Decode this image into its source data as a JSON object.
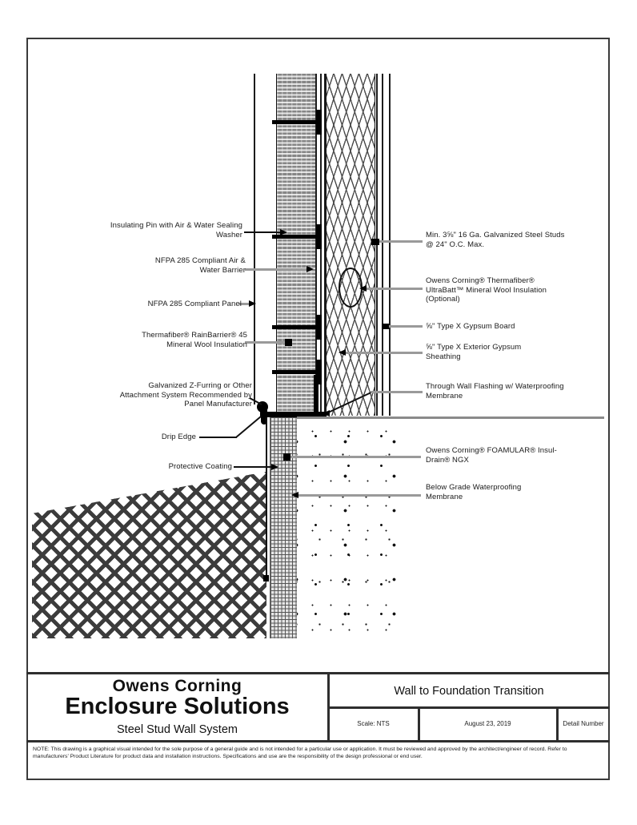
{
  "title_block": {
    "company": "Owens Corning",
    "brand": "Enclosure Solutions",
    "system": "Steel Stud Wall System",
    "drawing_title": "Wall to Foundation Transition",
    "scale": "Scale: NTS",
    "date": "August 23, 2019",
    "detail": "Detail Number"
  },
  "labels_left": [
    {
      "text": "Insulating Pin with Air & Water Sealing Washer"
    },
    {
      "text": "NFPA 285 Compliant Air & Water Barrier"
    },
    {
      "text": "NFPA 285 Compliant Panel"
    },
    {
      "text": "Thermafiber® RainBarrier® 45 Mineral Wool Insulation"
    },
    {
      "text": "Galvanized Z-Furring or Other Attachment System Recommended by Panel Manufacturer"
    },
    {
      "text": "Drip Edge"
    },
    {
      "text": "Protective Coating"
    }
  ],
  "labels_right": [
    {
      "text": "Min. 3⅝\" 16 Ga. Galvanized Steel Studs @ 24\" O.C. Max."
    },
    {
      "text": "Owens Corning® Thermafiber® UltraBatt™ Mineral Wool Insulation (Optional)"
    },
    {
      "text": "⅝\" Type X Gypsum Board"
    },
    {
      "text": "⅝\" Type X Exterior Gypsum Sheathing"
    },
    {
      "text": "Through Wall Flashing w/ Waterproofing Membrane"
    },
    {
      "text": "Owens Corning® FOAMULAR® Insul-Drain® NGX"
    },
    {
      "text": "Below Grade Waterproofing Membrane"
    }
  ],
  "notes": "NOTE: This drawing is a graphical visual intended for the sole purpose of a general guide and is not intended for a particular use or application. It must be reviewed and approved by the architect/engineer of record. Refer to manufacturers' Product Literature for product data and installation instructions. Specifications and use are the responsibility of the design professional or end user.",
  "colors": {
    "line": "#1c1c1c",
    "gray_leader": "#9a9a9a",
    "wool_gray": "#868686"
  }
}
